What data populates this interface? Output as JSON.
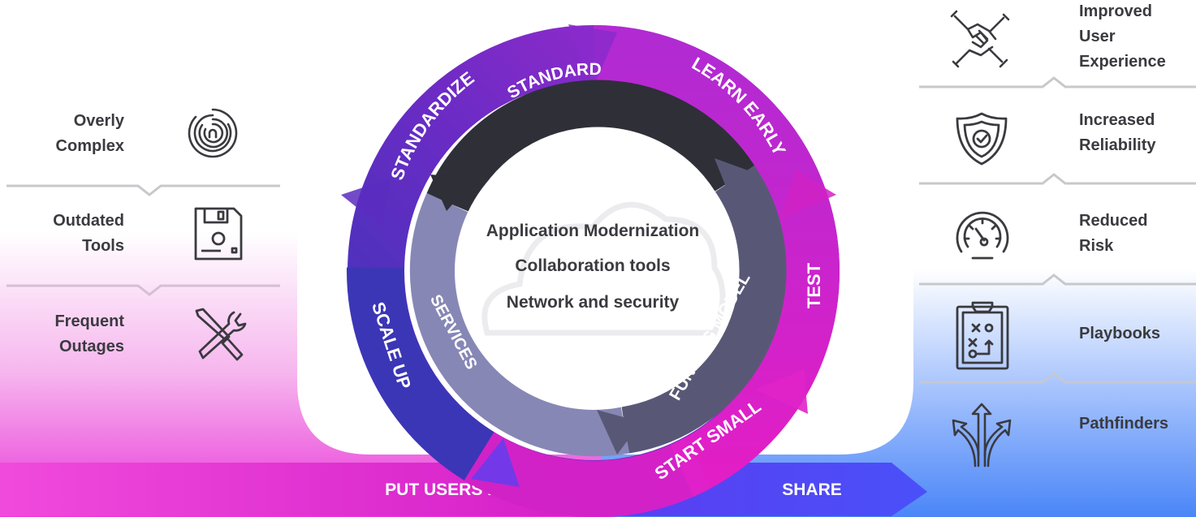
{
  "diagram": {
    "left_items": [
      {
        "label": "Overly\nComplex",
        "icon": "maze-icon"
      },
      {
        "label": "Outdated\nTools",
        "icon": "floppy-disk-icon"
      },
      {
        "label": "Frequent\nOutages",
        "icon": "tools-icon"
      }
    ],
    "right_items": [
      {
        "label": "Improved\nUser\nExperience",
        "icon": "hands-together-icon"
      },
      {
        "label": "Increased\nReliability",
        "icon": "shield-check-icon"
      },
      {
        "label": "Reduced\nRisk",
        "icon": "gauge-icon"
      },
      {
        "label": "Playbooks",
        "icon": "clipboard-play-icon"
      },
      {
        "label": "Pathfinders",
        "icon": "branching-arrows-icon"
      }
    ],
    "outer_ring": {
      "standardize": "STANDARDIZE",
      "learn_early": "LEARN EARLY",
      "test": "TEST",
      "start_small": "START SMALL",
      "scale_up": "SCALE UP"
    },
    "inner_ring": {
      "standard": "STANDARD",
      "funding_model": "FUNDING MODEL",
      "services": "SERVICES"
    },
    "center": {
      "line1": "Application Modernization",
      "line2": "Collaboration tools",
      "line3": "Network and security"
    },
    "bottom_banner": {
      "left": "PUT USERS FIRST",
      "right": "SHARE"
    },
    "colors": {
      "purple": "#6a2bc4",
      "magenta": "#e024c8",
      "dark_blue": "#3d35b2",
      "charcoal": "#2f2f38",
      "slate": "#585876",
      "lavender": "#8787b6",
      "banner_magenta": "#e03ed6",
      "banner_blue": "#4f48f5"
    }
  }
}
